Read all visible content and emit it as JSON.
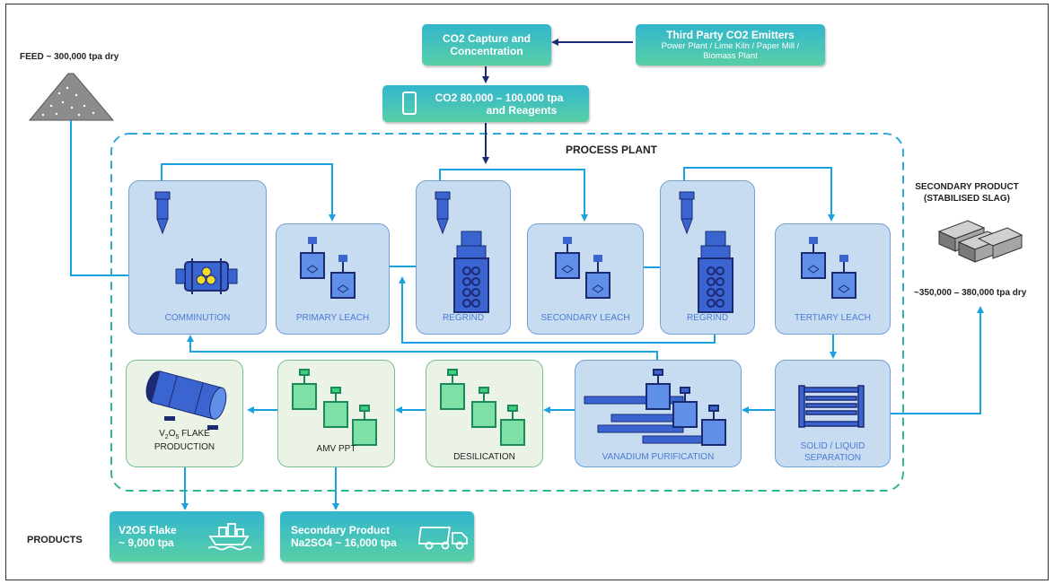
{
  "feed": {
    "label": "FEED ~ 300,000 tpa dry"
  },
  "co2_capture": {
    "line1": "CO2 Capture and",
    "line2": "Concentration"
  },
  "emitters": {
    "title": "Third Party CO2 Emitters",
    "line1": "Power Plant / Lime Kiln / Paper Mill /",
    "line2": "Biomass Plant"
  },
  "co2_reagents": {
    "line1": "CO2  80,000 – 100,000 tpa",
    "line2": "and Reagents"
  },
  "process_plant": {
    "title": "PROCESS PLANT"
  },
  "units_top": {
    "comminution": "COMMINUTION",
    "primary_leach": "PRIMARY LEACH",
    "regrind1": "REGRIND",
    "secondary_leach": "SECONDARY LEACH",
    "regrind2": "REGRIND",
    "tertiary_leach": "TERTIARY LEACH"
  },
  "units_bottom": {
    "v2o5_line1": "V",
    "v2o5_sub1": "2",
    "v2o5_mid": "O",
    "v2o5_sub2": "5",
    "v2o5_rest": " FLAKE",
    "v2o5_line2": "PRODUCTION",
    "amv": "AMV PPT",
    "desilication": "DESILICATION",
    "vanadium": "VANADIUM PURIFICATION",
    "sl_line1": "SOLID / LIQUID",
    "sl_line2": "SEPARATION"
  },
  "secondary_slag": {
    "line1": "SECONDARY PRODUCT",
    "line2": "(STABILISED SLAG)",
    "tonnage": "~350,000 – 380,000 tpa dry"
  },
  "products": {
    "label": "PRODUCTS",
    "v2o5_line1": "V2O5 Flake",
    "v2o5_line2": "~ 9,000 tpa",
    "secondary_line1": "Secondary Product",
    "secondary_line2": "Na2SO4 ~ 16,000 tpa"
  },
  "colors": {
    "flow": "#1aa2e0",
    "navy": "#1b2a73",
    "tank": "#3a64d0",
    "green_tank": "#3fcf7a",
    "teal": "#3ab8c9"
  }
}
